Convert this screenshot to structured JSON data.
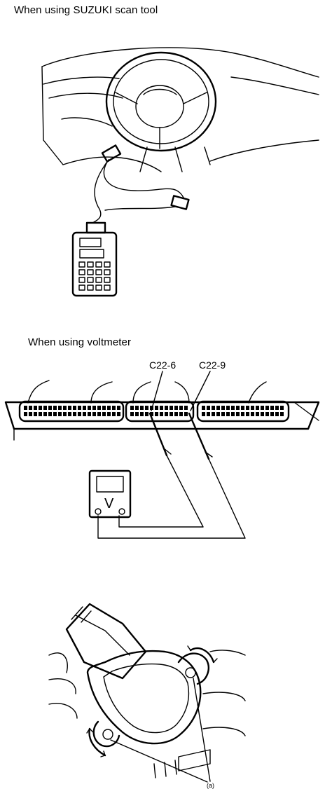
{
  "sections": {
    "scan_tool": {
      "caption": "When using SUZUKI scan tool"
    },
    "voltmeter": {
      "caption": "When using voltmeter",
      "terminal_left": "C22-6",
      "terminal_right": "C22-9",
      "meter_symbol": "V"
    },
    "sensor": {
      "callout": "(a)"
    }
  }
}
